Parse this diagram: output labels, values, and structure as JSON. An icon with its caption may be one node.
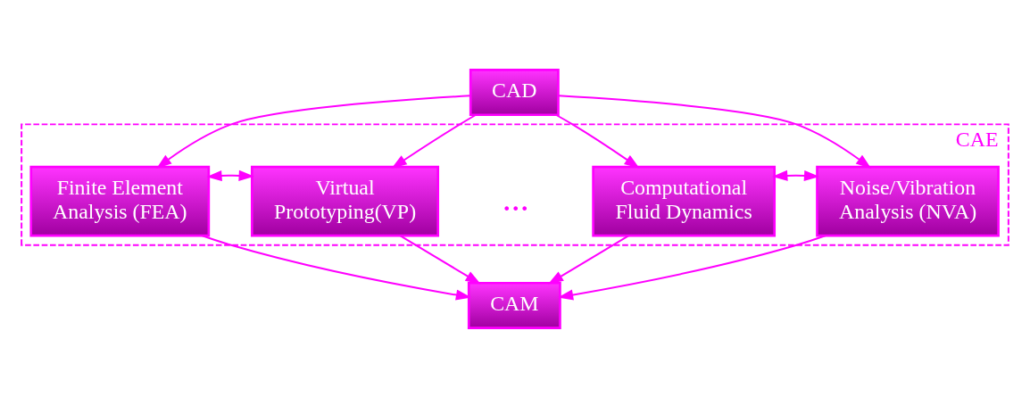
{
  "diagram": {
    "nodes": [
      {
        "text": [
          "CAD"
        ]
      },
      {
        "text": [
          "CAE"
        ]
      },
      {
        "text": [
          "Finite Element Analysis (FEA)"
        ],
        "in": 1
      },
      {
        "text": [
          "Virtual Prototyping(VP)"
        ],
        "in": 1
      },
      {
        "text": [
          "Computational Fluid Dynamics"
        ],
        "in": 1
      },
      {
        "text": [
          "Noise/Vibration Analysis (NVA)"
        ],
        "in": 1
      },
      {
        "text": [
          "CAM"
        ]
      }
    ],
    "edges": [
      {
        "from": 0,
        "to": 2,
        "arrow": "to"
      },
      {
        "from": 0,
        "to": 3,
        "arrow": "to"
      },
      {
        "from": 0,
        "to": 4,
        "arrow": "to"
      },
      {
        "from": 0,
        "to": 5,
        "arrow": "to"
      },
      {
        "from": 2,
        "to": 3,
        "arrow": "both"
      },
      {
        "from": 4,
        "to": 5,
        "arrow": "both"
      },
      {
        "from": 2,
        "to": 6,
        "arrow": "to"
      },
      {
        "from": 3,
        "to": 6,
        "arrow": "to"
      },
      {
        "from": 4,
        "to": 6,
        "arrow": "to"
      },
      {
        "from": 5,
        "to": 6,
        "arrow": "to"
      }
    ],
    "labels": [
      "..."
    ]
  }
}
